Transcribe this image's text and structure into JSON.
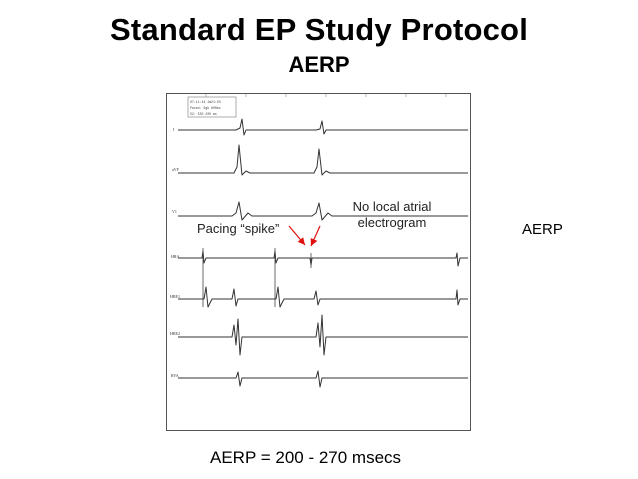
{
  "title": "Standard EP Study Protocol",
  "subtitle": "AERP",
  "annotations": {
    "no_local_atrial": "No local atrial electrogram",
    "pacing_spike": "Pacing “spike”",
    "aerp_side_label": "AERP",
    "aerp_range": "AERP = 200 - 270 msecs"
  },
  "tracing": {
    "lead_labels": [
      "I",
      "aVF",
      "V1",
      "HRA",
      "HBE1",
      "HBE2",
      "RVA"
    ],
    "header_lines": [
      "07:11:44 1m21:03",
      "Paced: Sgb 600ms",
      "S2: 550 200 ms"
    ]
  },
  "colors": {
    "arrow": "#e01010",
    "trace": "#333333"
  }
}
